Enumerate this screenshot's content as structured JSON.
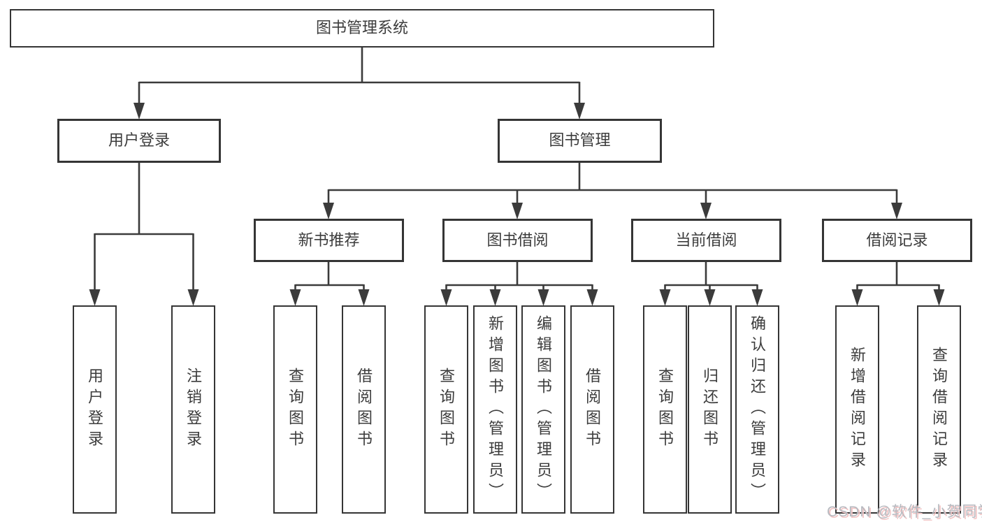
{
  "diagram": {
    "root": {
      "label": "图书管理系统"
    },
    "branches": [
      {
        "label": "用户登录",
        "children": [
          {
            "label": "用户登录"
          },
          {
            "label": "注销登录"
          }
        ]
      },
      {
        "label": "图书管理",
        "children": [
          {
            "label": "新书推荐",
            "children": [
              {
                "label": "查询图书"
              },
              {
                "label": "借阅图书"
              }
            ]
          },
          {
            "label": "图书借阅",
            "children": [
              {
                "label": "查询图书"
              },
              {
                "label": "新增图书（管理员）"
              },
              {
                "label": "编辑图书（管理员）"
              },
              {
                "label": "借阅图书"
              }
            ]
          },
          {
            "label": "当前借阅",
            "children": [
              {
                "label": "查询图书"
              },
              {
                "label": "归还图书"
              },
              {
                "label": "确认归还（管理员）"
              }
            ]
          },
          {
            "label": "借阅记录",
            "children": [
              {
                "label": "新增借阅记录"
              },
              {
                "label": "查询借阅记录"
              }
            ]
          }
        ]
      }
    ],
    "watermark": "CSDN @软件_小贺同学",
    "colors": {
      "line": "#3b3b3b",
      "box_border": "#353535",
      "text": "#3c3c3c",
      "background": "#ffffff",
      "watermark_text": "#b7bac0",
      "watermark_shadow": "#f2c4c4"
    }
  }
}
